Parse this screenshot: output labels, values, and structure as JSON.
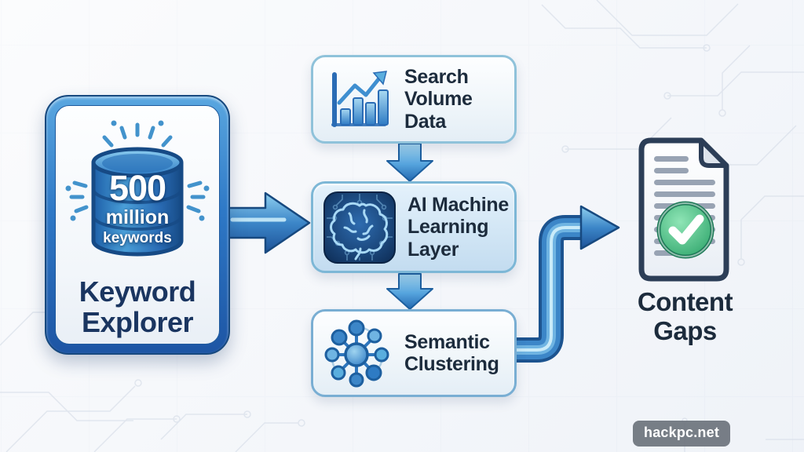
{
  "diagram": {
    "source_node": {
      "title": "Keyword Explorer",
      "icon": "database-icon",
      "badge_value": "500",
      "badge_unit": "million",
      "badge_label": "keywords"
    },
    "pipeline_nodes": [
      {
        "label": "Search Volume Data",
        "icon": "bar-chart-icon"
      },
      {
        "label": "AI Machine Learning Layer",
        "icon": "ai-brain-icon"
      },
      {
        "label": "Semantic Clustering",
        "icon": "cluster-network-icon"
      }
    ],
    "output_node": {
      "title": "Content Gaps",
      "icon": "document-check-icon"
    },
    "connections": [
      "Keyword Explorer -> AI Machine Learning Layer",
      "Search Volume Data -> AI Machine Learning Layer",
      "AI Machine Learning Layer -> Semantic Clustering",
      "Semantic Clustering -> Content Gaps"
    ]
  },
  "watermark": {
    "text": "hackpc.net"
  },
  "colors": {
    "arrow_blue": "#3c86c8",
    "arrow_dark": "#1c538f",
    "panel_border_blue": "#2e78c6",
    "box_border_blue": "#8fc2da",
    "text_navy": "#1c2b3c",
    "check_green": "#3cb878",
    "background": "#f4f6fa"
  }
}
